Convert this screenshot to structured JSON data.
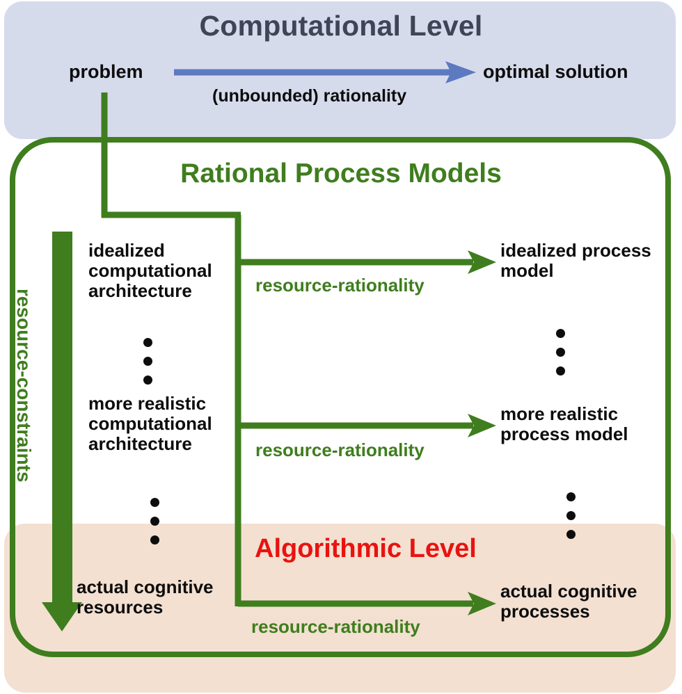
{
  "colors": {
    "computational_band": "#d6dbec",
    "algorithmic_band": "#f3e0d1",
    "green": "#3f7d1e",
    "blue_arrow": "#5b7ac0",
    "computational_title": "#3d4557",
    "algorithmic_title": "#e8130f",
    "text": "#0d0d0d"
  },
  "computational_level": {
    "title": "Computational Level",
    "source_label": "problem",
    "target_label": "optimal solution",
    "arrow_label": "(unbounded) rationality",
    "arrow_icon": "right-arrow-icon"
  },
  "rational_process_models": {
    "title": "Rational Process Models",
    "vertical_arrow_label": "resource-constraints",
    "vertical_arrow_icon": "down-arrow-icon",
    "rows": [
      {
        "left": "idealized computational architecture",
        "mapping": "resource-rationality",
        "right": "idealized process model",
        "arrow_icon": "right-arrow-icon"
      },
      {
        "left": "more realistic computational architecture",
        "mapping": "resource-rationality",
        "right": "more realistic process model",
        "arrow_icon": "right-arrow-icon"
      },
      {
        "left": "actual cognitive resources",
        "mapping": "resource-rationality",
        "right": "actual cognitive processes",
        "arrow_icon": "right-arrow-icon"
      }
    ],
    "ellipsis": "vertical-ellipsis-icon"
  },
  "algorithmic_level": {
    "title": "Algorithmic Level"
  }
}
